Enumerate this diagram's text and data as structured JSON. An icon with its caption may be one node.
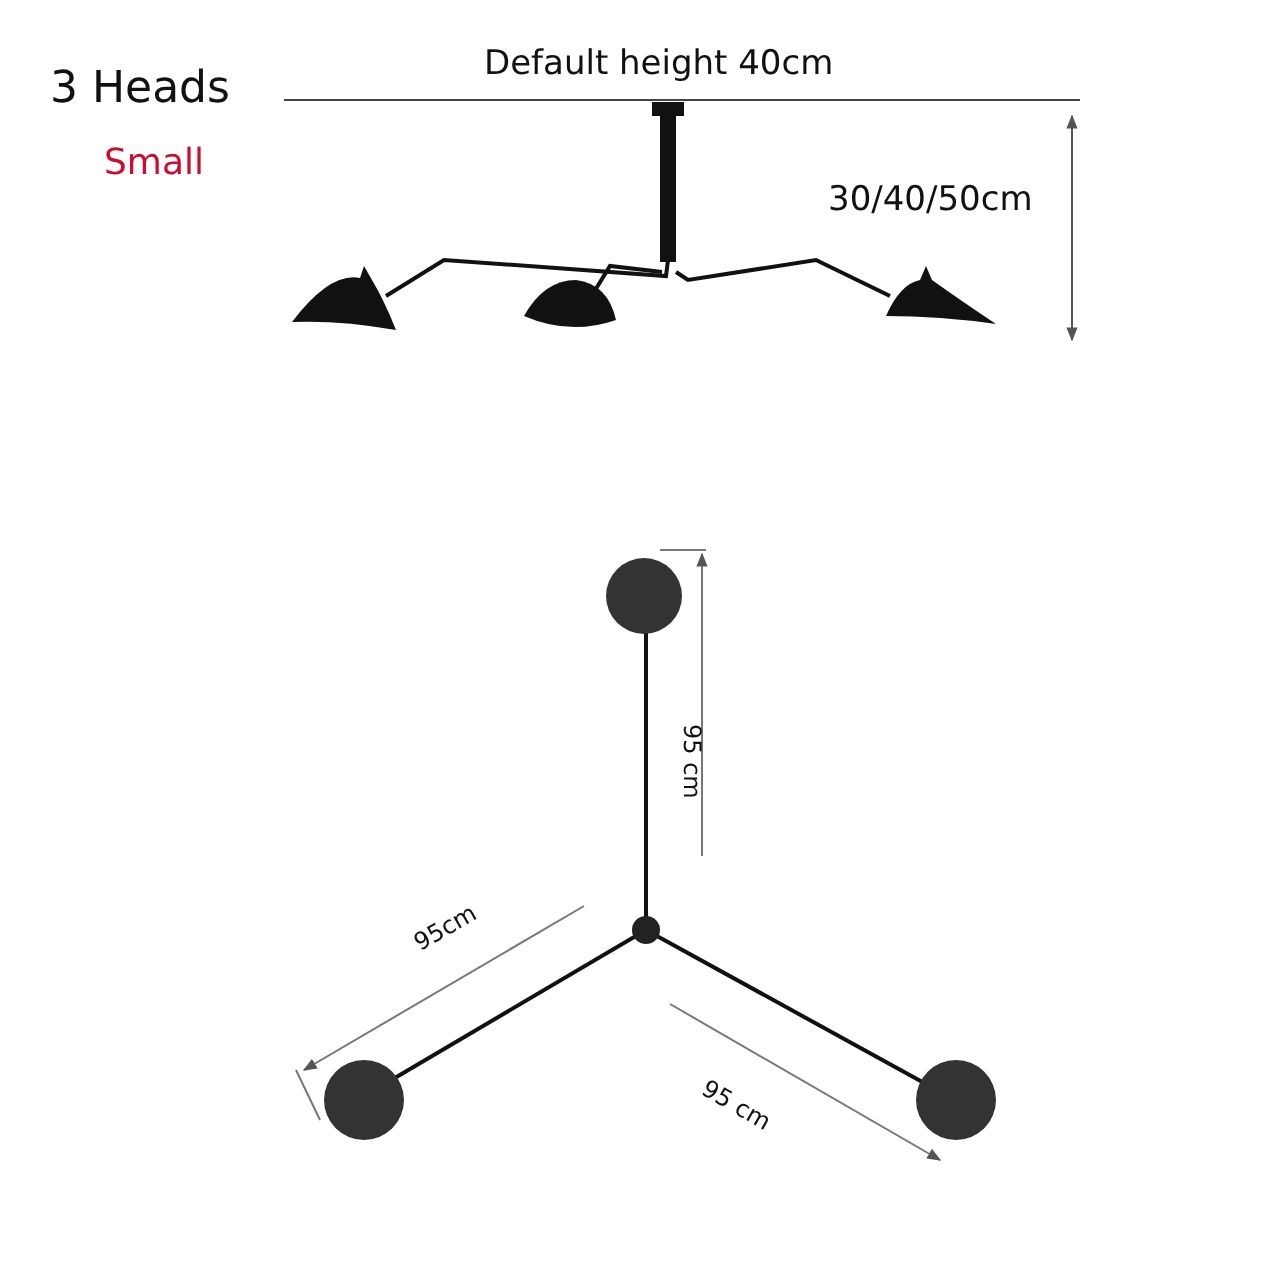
{
  "diagram": {
    "labels": [
      "3 Heads",
      "Default height 40cm",
      "Small",
      "30/40/50cm",
      "95 cm",
      "95cm",
      "95 cm"
    ]
  }
}
